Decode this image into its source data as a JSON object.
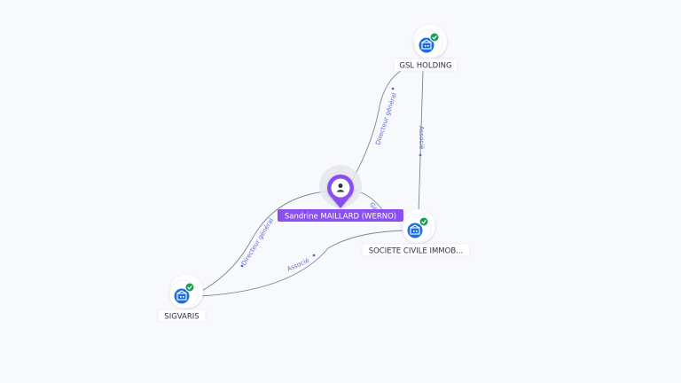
{
  "colors": {
    "background": "#f8f9fd",
    "edge": "#7a8596",
    "edge_label": "#5b6bd0",
    "company_icon": "#1c6fe0",
    "check_badge": "#1e9e55",
    "person_pin": "#8a4ff0",
    "person_label_bg": "#8a4ff0"
  },
  "nodes": {
    "person": {
      "label": "Sandrine MAILLARD (WERNO)",
      "icon": "person-icon"
    },
    "gsl": {
      "label": "GSL HOLDING",
      "icon": "company-building-icon",
      "badge": "check-icon"
    },
    "sci": {
      "label": "SOCIETE CIVILE IMMOB...",
      "icon": "company-building-icon",
      "badge": "check-icon"
    },
    "sigvaris": {
      "label": "SIGVARIS",
      "icon": "company-building-icon",
      "badge": "check-icon"
    }
  },
  "edges": {
    "person_gsl": "Directeur général",
    "gsl_sci": "Associé",
    "person_sigvaris": "Directeur général",
    "sigvaris_sci": "Associé",
    "person_sci": "Gé"
  }
}
